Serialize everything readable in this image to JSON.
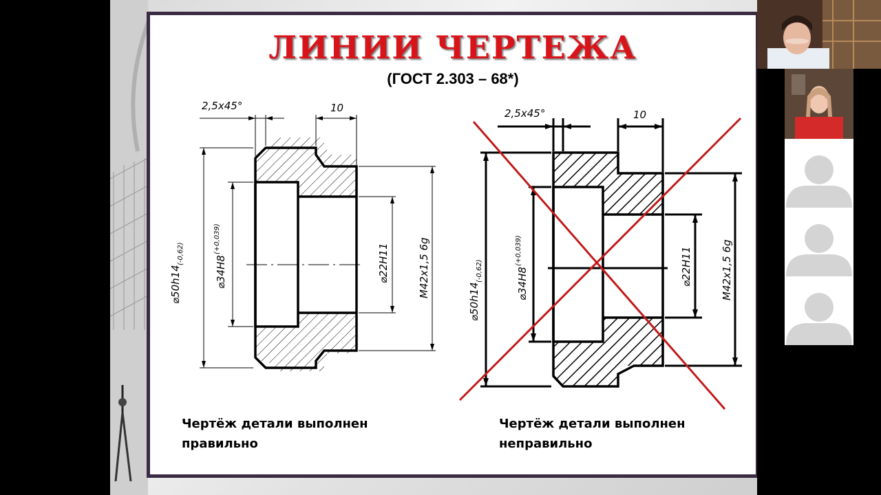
{
  "slide": {
    "title": "ЛИНИИ  ЧЕРТЕЖА",
    "subtitle": "(ГОСТ 2.303  – 68*)",
    "left_drawing": {
      "chamfer": "2,5x45°",
      "width": "10",
      "dia_outer": "⌀50h14",
      "dia_outer_tol": "(-0,62)",
      "dia_bore": "⌀34H8",
      "dia_bore_tol": "(+0,039)",
      "dia_hole": "⌀22H11",
      "thread": "M42x1,5 6g"
    },
    "right_drawing": {
      "chamfer": "2,5x45°",
      "width": "10",
      "dia_outer": "⌀50h14",
      "dia_outer_tol": "(-0,62)",
      "dia_bore": "⌀34H8",
      "dia_bore_tol": "(+0,039)",
      "dia_hole": "⌀22H11",
      "thread": "M42x1,5 6g"
    },
    "caption_correct_line1": "Чертёж детали выполнен",
    "caption_correct_line2": "правильно",
    "caption_wrong_line1": "Чертёж детали выполнен",
    "caption_wrong_line2": "неправильно"
  },
  "colors": {
    "title": "#d8141b",
    "cross": "#c21a1a",
    "slide_border": "#3a2a44"
  },
  "participants": [
    {
      "kind": "video",
      "icon": "person-icon"
    },
    {
      "kind": "video",
      "icon": "person-icon"
    },
    {
      "kind": "avatar",
      "icon": "avatar-placeholder-icon"
    },
    {
      "kind": "avatar",
      "icon": "avatar-placeholder-icon"
    },
    {
      "kind": "avatar",
      "icon": "avatar-placeholder-icon"
    }
  ]
}
